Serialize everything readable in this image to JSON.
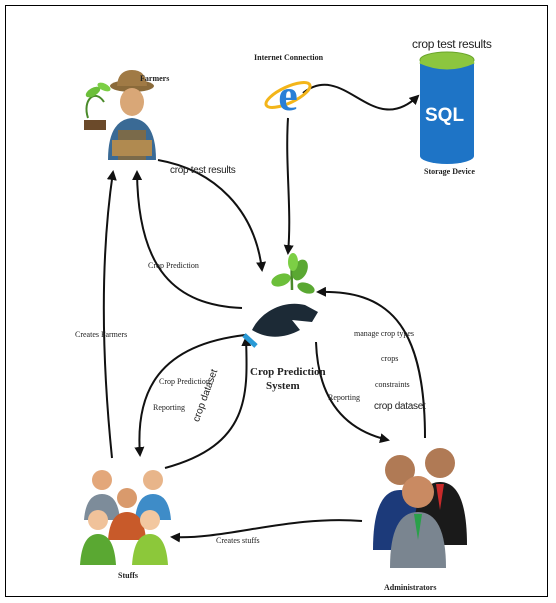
{
  "nodes": {
    "farmers": "Farmers",
    "internet": "Internet Connection",
    "storage": "Storage Device",
    "sql": "SQL",
    "system_line1": "Crop Prediction",
    "system_line2": "System",
    "stuffs": "Stuffs",
    "administrators": "Administrators"
  },
  "edges": {
    "crop_test_results_top": "crop test results",
    "crop_test_results_farmers": "crop test results",
    "crop_prediction_left": "Crop Prediction",
    "creates_farmers": "Creates Farmers",
    "crop_prediction_stuffs": "Crop Prediction",
    "reporting_stuffs": "Reporting",
    "crop_dataset_stuffs": "crop dataset",
    "manage_crop_types": "manage crop types",
    "crops": "crops",
    "constraints": "constraints",
    "reporting_admin": "Reporting",
    "crop_dataset_admin": "crop dataset",
    "creates_stuffs": "Creates stuffs"
  },
  "colors": {
    "sql_blue": "#1e74c6",
    "sql_green": "#8cc63f",
    "plant_green": "#5aa832",
    "ie_blue": "#2a7fd6",
    "ie_gold": "#f3b51a"
  }
}
